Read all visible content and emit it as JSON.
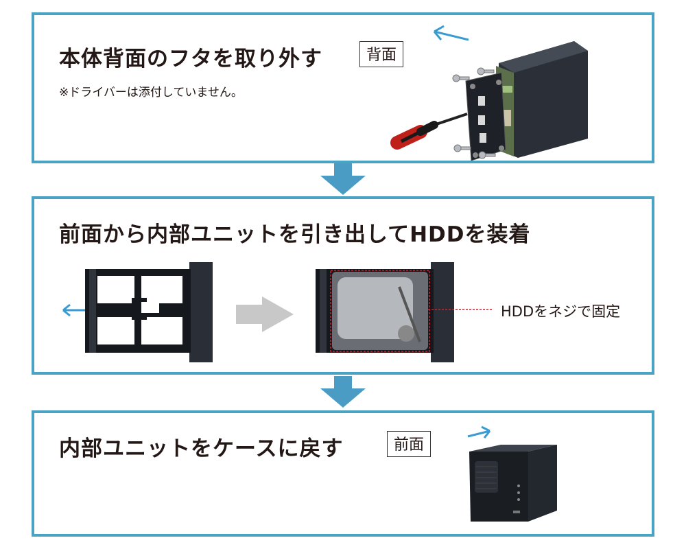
{
  "steps": [
    {
      "title": "本体背面のフタを取り外す",
      "note": "※ドライバーは添付していません。",
      "tag": "背面"
    },
    {
      "title": "前面から内部ユニットを引き出してHDDを装着",
      "callout": "HDDをネジで固定"
    },
    {
      "title": "内部ユニットをケースに戻す",
      "tag": "前面"
    }
  ],
  "colors": {
    "frame": "#4aa3c2",
    "flow_arrow": "#4a9cc5",
    "small_arrow": "#3a9bd0",
    "dash_line": "#d0202a",
    "grey_arrow": "#c8c8c8"
  }
}
